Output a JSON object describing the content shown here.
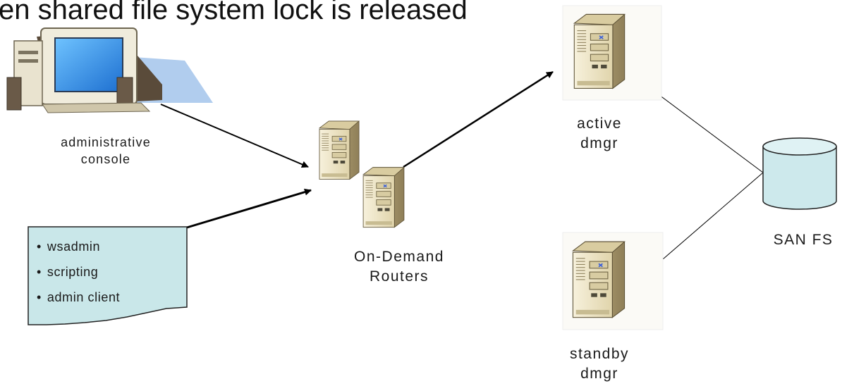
{
  "title": "en shared file system lock is released",
  "nodes": {
    "admin_console": {
      "label_line1": "administrative",
      "label_line2": "console"
    },
    "routers": {
      "label_line1": "On-Demand",
      "label_line2": "Routers"
    },
    "active_dmgr": {
      "label_line1": "active",
      "label_line2": "dmgr"
    },
    "standby_dmgr": {
      "label_line1": "standby",
      "label_line2": "dmgr"
    },
    "san_fs": {
      "label": "SAN FS"
    }
  },
  "clients_note": {
    "items": [
      "wsadmin",
      "scripting",
      "admin client"
    ]
  },
  "colors": {
    "note_fill": "#c9e7e9",
    "cylinder_fill": "#cde9ec",
    "server_beige": "#efe7c8",
    "monitor_blue": "#2b8be3"
  }
}
